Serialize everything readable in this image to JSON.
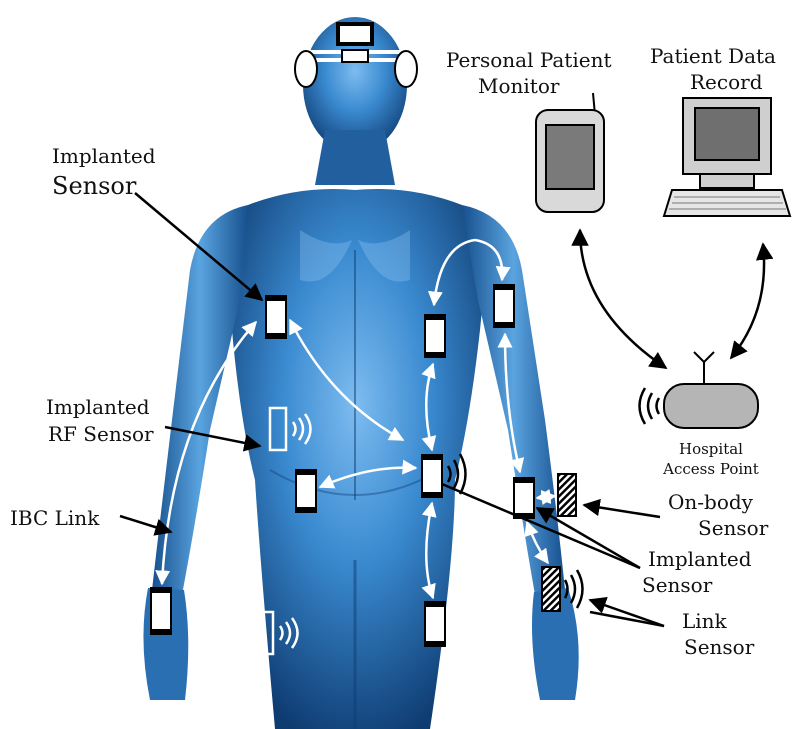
{
  "labels": {
    "implanted_sensor_top": [
      "Implanted",
      "Sensor"
    ],
    "implanted_rf_sensor": [
      "Implanted",
      "RF Sensor"
    ],
    "ibc_link": "IBC Link",
    "personal_patient_monitor": [
      "Personal Patient",
      "Monitor"
    ],
    "patient_data_record": [
      "Patient Data",
      "Record"
    ],
    "hospital_access_point": [
      "Hospital",
      "Access Point"
    ],
    "on_body_sensor": [
      "On-body",
      "Sensor"
    ],
    "implanted_sensor_right": [
      "Implanted",
      "Sensor"
    ],
    "link_sensor": [
      "Link",
      "Sensor"
    ]
  },
  "colors": {
    "body_light": "#6fb0e6",
    "body_mid": "#2f7ec4",
    "body_dark": "#0f3d73",
    "device_gray": "#b9b9b9",
    "screen_gray": "#7a7a7a",
    "sensor_white": "#ffffff",
    "sensor_black": "#000000"
  },
  "icons": [
    "human-body-figure",
    "headband-sensor",
    "pda-icon",
    "computer-icon",
    "router-icon",
    "wifi-wave-icon"
  ]
}
